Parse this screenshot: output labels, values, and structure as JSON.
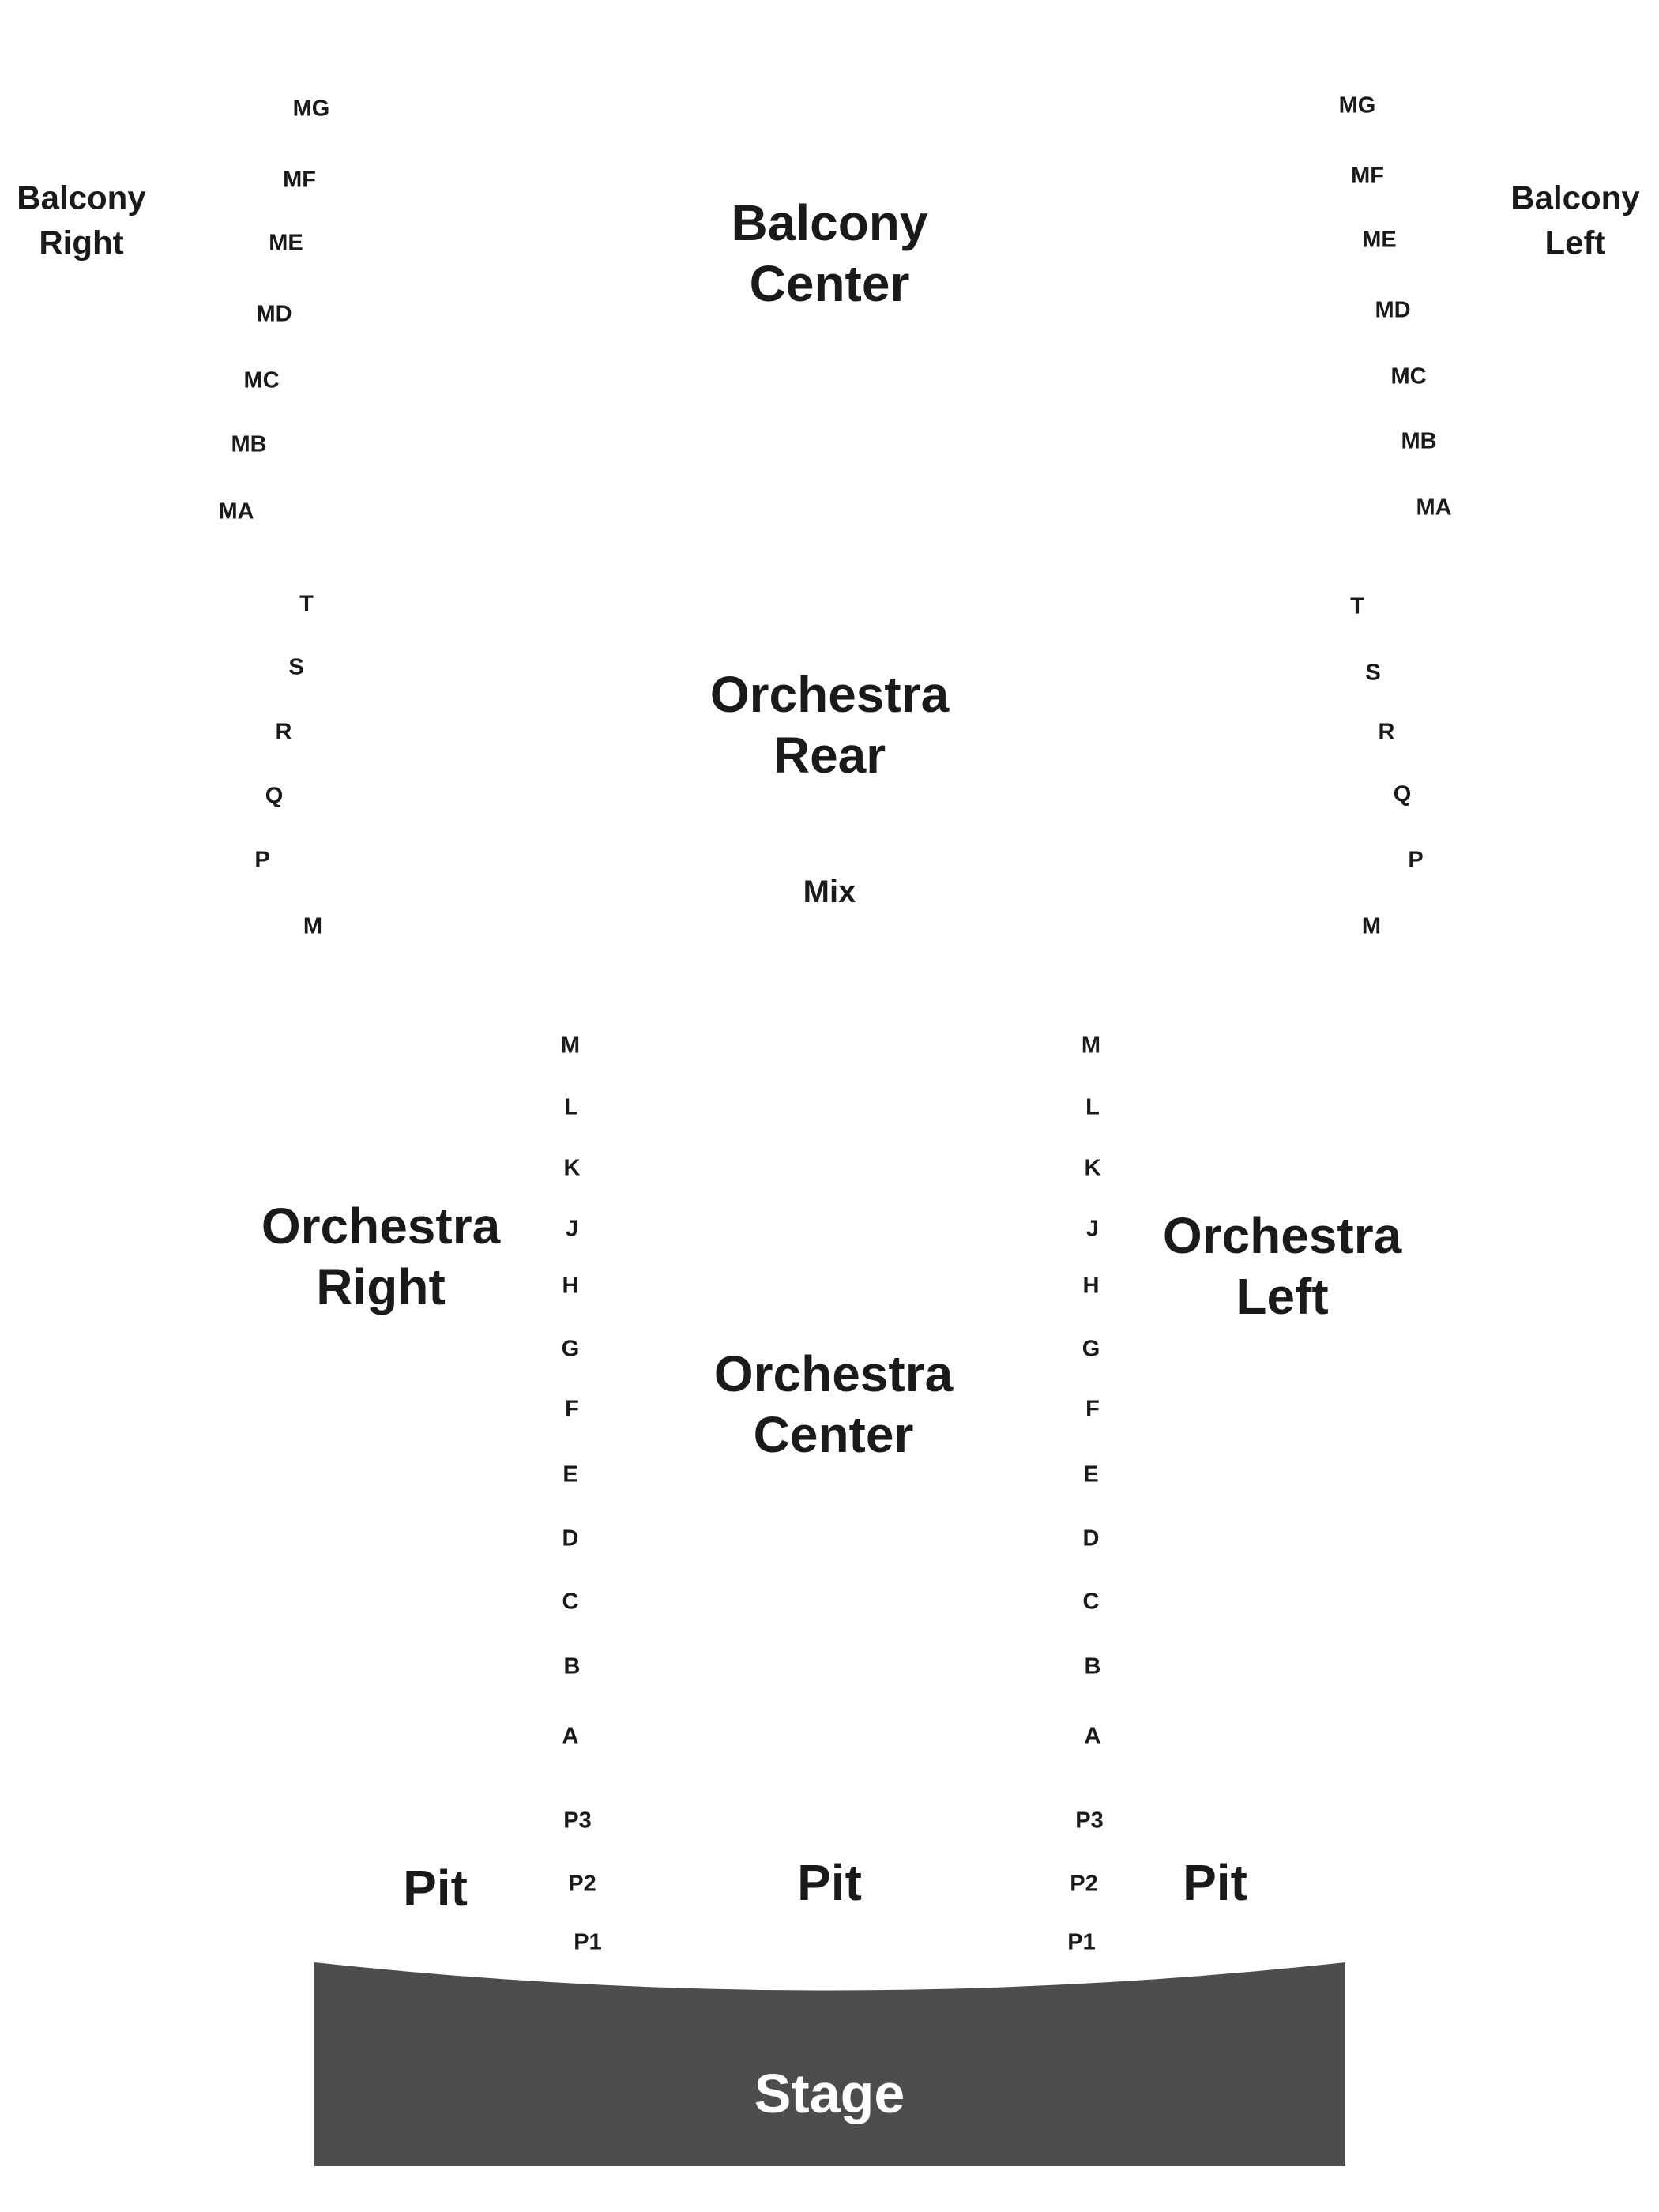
{
  "sections": {
    "balcony_center": [
      "Balcony",
      "Center"
    ],
    "balcony_right": [
      "Balcony",
      "Right"
    ],
    "balcony_left": [
      "Balcony",
      "Left"
    ],
    "orchestra_rear": [
      "Orchestra",
      "Rear"
    ],
    "orchestra_right": [
      "Orchestra",
      "Right"
    ],
    "orchestra_left": [
      "Orchestra",
      "Left"
    ],
    "orchestra_center": [
      "Orchestra",
      "Center"
    ],
    "mix": "Mix",
    "pit": "Pit",
    "stage": "Stage"
  },
  "rows": {
    "balcony_right": [
      "MG",
      "MF",
      "ME",
      "MD",
      "MC",
      "MB",
      "MA"
    ],
    "balcony_left": [
      "MG",
      "MF",
      "ME",
      "MD",
      "MC",
      "MB",
      "MA"
    ],
    "orchestra_rear_right": [
      "T",
      "S",
      "R",
      "Q",
      "P",
      "M"
    ],
    "orchestra_rear_left": [
      "T",
      "S",
      "R",
      "Q",
      "P",
      "M"
    ],
    "orchestra_center_right_aisle": [
      "M",
      "L",
      "K",
      "J",
      "H",
      "G",
      "F",
      "E",
      "D",
      "C",
      "B",
      "A",
      "P3",
      "P2",
      "P1"
    ],
    "orchestra_center_left_aisle": [
      "M",
      "L",
      "K",
      "J",
      "H",
      "G",
      "F",
      "E",
      "D",
      "C",
      "B",
      "A",
      "P3",
      "P2",
      "P1"
    ]
  },
  "colors": {
    "stage_fill": "#4d4d4d",
    "label_text": "#1a1a1a",
    "stage_text": "#ffffff"
  }
}
